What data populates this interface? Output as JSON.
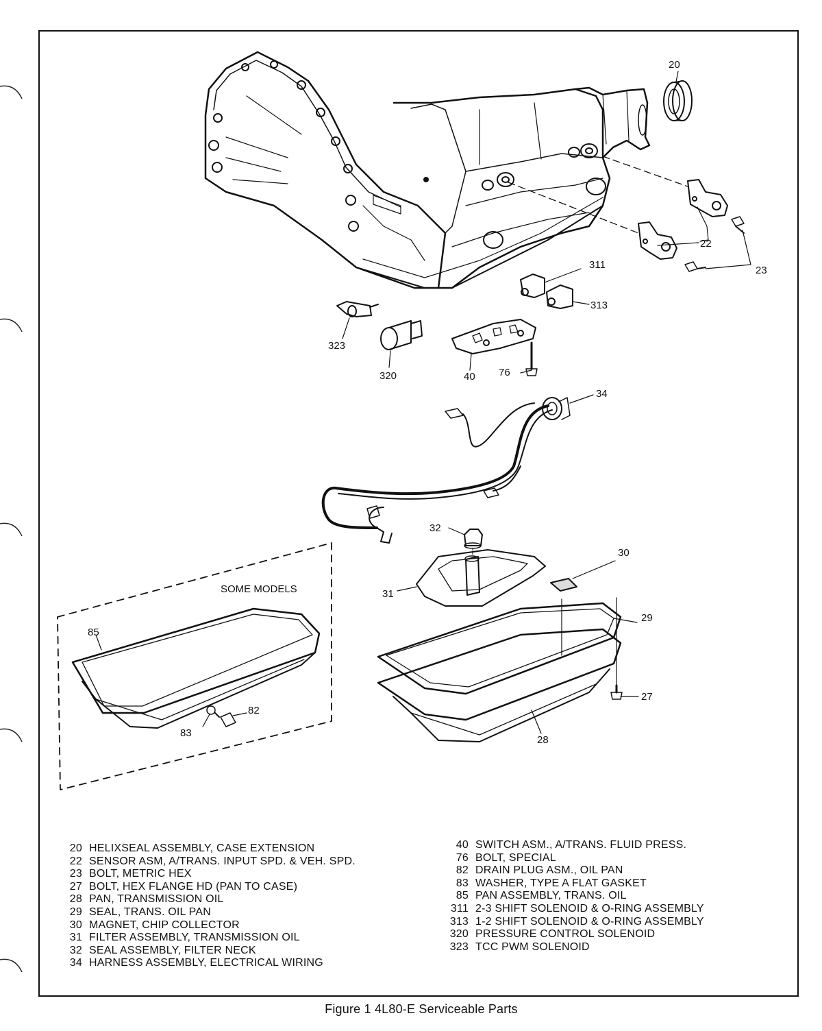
{
  "figure": {
    "caption": "Figure 1 4L80-E Serviceable Parts",
    "some_models_label": "SOME MODELS"
  },
  "callouts": {
    "c20": "20",
    "c22": "22",
    "c23": "23",
    "c311": "311",
    "c313": "313",
    "c323": "323",
    "c320": "320",
    "c40": "40",
    "c76": "76",
    "c34": "34",
    "c32": "32",
    "c30": "30",
    "c31": "31",
    "c29": "29",
    "c27": "27",
    "c28": "28",
    "c85": "85",
    "c82": "82",
    "c83": "83"
  },
  "legend_left": [
    {
      "num": "20",
      "desc": "HELIXSEAL ASSEMBLY, CASE EXTENSION"
    },
    {
      "num": "22",
      "desc": "SENSOR ASM, A/TRANS. INPUT SPD. & VEH. SPD."
    },
    {
      "num": "23",
      "desc": "BOLT, METRIC HEX"
    },
    {
      "num": "27",
      "desc": "BOLT, HEX FLANGE HD (PAN TO CASE)"
    },
    {
      "num": "28",
      "desc": "PAN, TRANSMISSION OIL"
    },
    {
      "num": "29",
      "desc": "SEAL, TRANS. OIL PAN"
    },
    {
      "num": "30",
      "desc": "MAGNET, CHIP COLLECTOR"
    },
    {
      "num": "31",
      "desc": "FILTER ASSEMBLY, TRANSMISSION OIL"
    },
    {
      "num": "32",
      "desc": "SEAL ASSEMBLY, FILTER NECK"
    },
    {
      "num": "34",
      "desc": "HARNESS ASSEMBLY, ELECTRICAL WIRING"
    }
  ],
  "legend_right": [
    {
      "num": "40",
      "desc": "SWITCH ASM., A/TRANS. FLUID PRESS."
    },
    {
      "num": "76",
      "desc": "BOLT, SPECIAL"
    },
    {
      "num": "82",
      "desc": "DRAIN PLUG ASM., OIL PAN"
    },
    {
      "num": "83",
      "desc": "WASHER, TYPE A FLAT GASKET"
    },
    {
      "num": "85",
      "desc": "PAN ASSEMBLY, TRANS. OIL"
    },
    {
      "num": "311",
      "desc": "2-3 SHIFT SOLENOID & O-RING ASSEMBLY"
    },
    {
      "num": "313",
      "desc": "1-2 SHIFT SOLENOID & O-RING ASSEMBLY"
    },
    {
      "num": "320",
      "desc": "PRESSURE CONTROL SOLENOID"
    },
    {
      "num": "323",
      "desc": "TCC PWM SOLENOID"
    }
  ]
}
